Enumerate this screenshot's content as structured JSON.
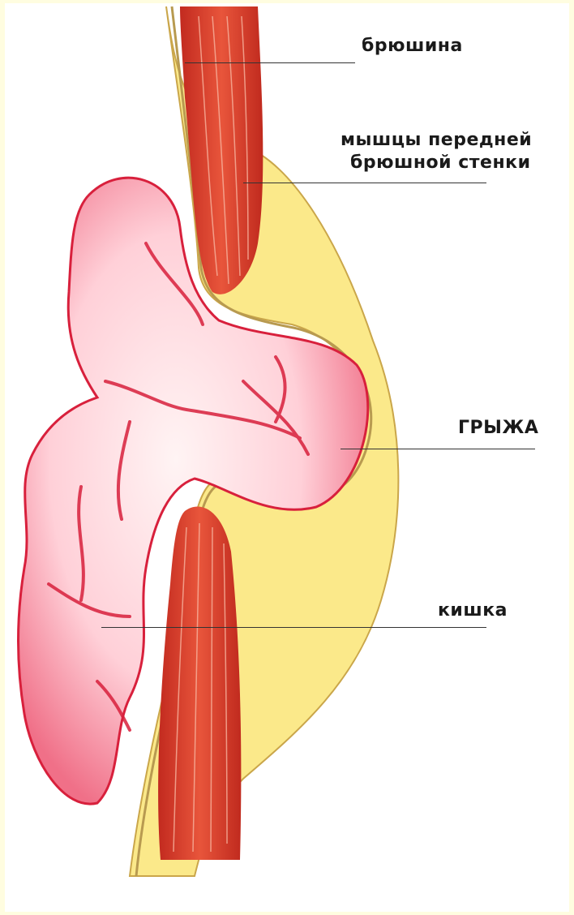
{
  "labels": {
    "peritoneum": "брюшина",
    "muscles_line1": "мышцы передней",
    "muscles_line2": "брюшной стенки",
    "hernia": "ГРЫЖА",
    "intestine": "кишка"
  },
  "colors": {
    "background": "#fffde0",
    "fat": "#fbe98a",
    "muscle": "#d8402c",
    "muscle_dark": "#b52a1f",
    "intestine": "#ffd6dc",
    "intestine_fold": "#d8203c",
    "peritoneum": "#f5e3a8"
  }
}
